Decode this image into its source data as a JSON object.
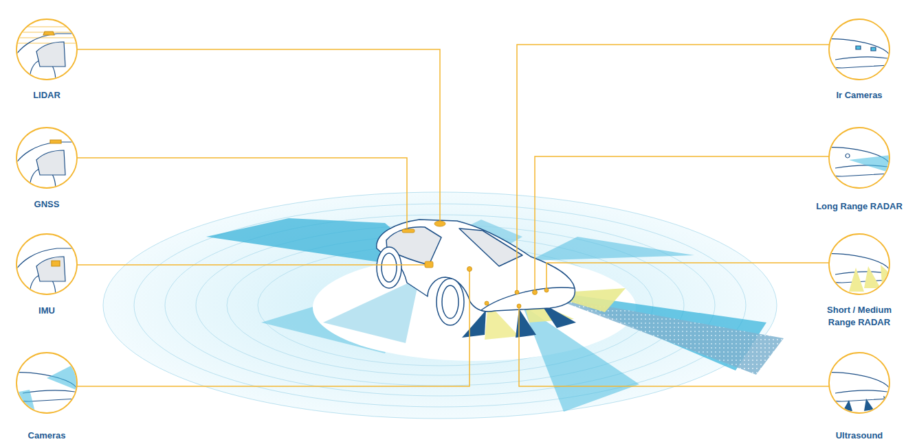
{
  "diagram": {
    "nodes": [
      {
        "text": [
          "LIDAR"
        ]
      },
      {
        "text": [
          "Ir Cameras"
        ]
      },
      {
        "text": [
          "GNSS"
        ]
      },
      {
        "text": [
          "Long Range RADAR"
        ]
      },
      {
        "text": [
          "IMU"
        ]
      },
      {
        "text": [
          "Short / Medium Range RADAR"
        ]
      },
      {
        "text": [
          "Cameras"
        ]
      },
      {
        "text": [
          "Ultrasound"
        ]
      }
    ]
  }
}
